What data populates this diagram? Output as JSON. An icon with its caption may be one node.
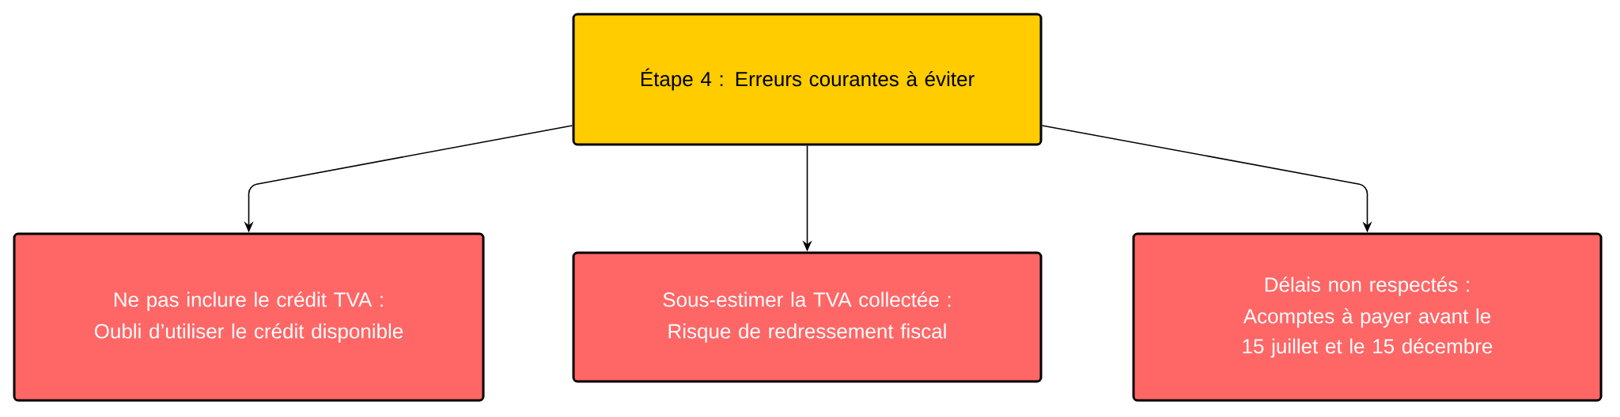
{
  "diagram": {
    "nodes": [
      {
        "text": [
          "Étape 4 : Erreurs courantes à éviter"
        ]
      },
      {
        "text": [
          "Ne pas inclure le crédit TVA :",
          "Oubli d’utiliser le crédit disponible"
        ]
      },
      {
        "text": [
          "Sous-estimer la TVA collectée :",
          "Risque de redressement fiscal"
        ]
      },
      {
        "text": [
          "Délais non respectés :",
          "Acomptes à payer avant le 15 juillet et le 15 décembre"
        ]
      }
    ],
    "edges": [
      {
        "from": 0,
        "to": 1,
        "arrow": "to"
      },
      {
        "from": 0,
        "to": 2,
        "arrow": "to"
      },
      {
        "from": 0,
        "to": 3,
        "arrow": "to"
      }
    ]
  }
}
